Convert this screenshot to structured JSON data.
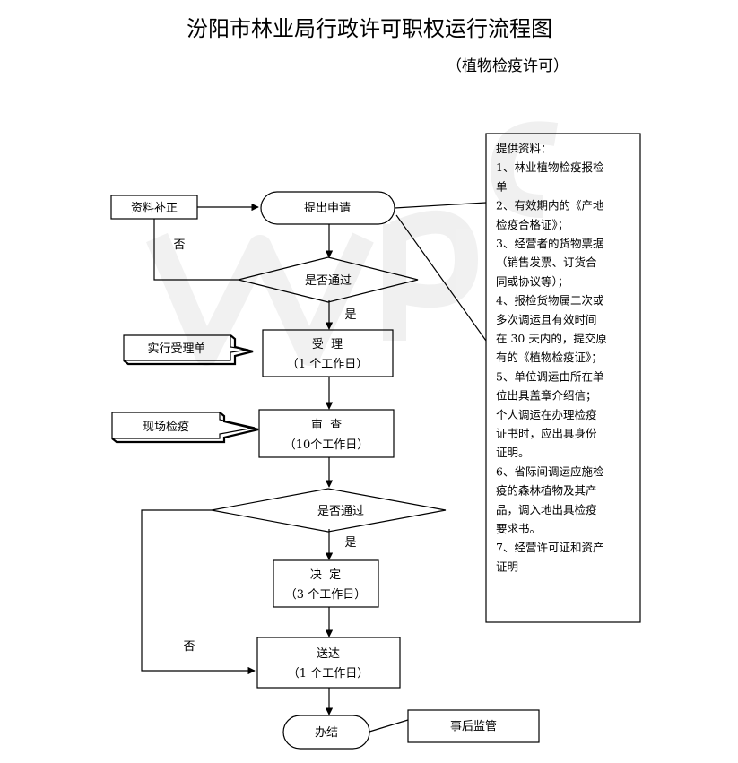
{
  "title": "汾阳市林业局行政许可职权运行流程图",
  "subtitle": "（植物检疫许可）",
  "nodes": {
    "submit": "提出申请",
    "correct": "资料补正",
    "review1": "是否通过",
    "accept": "受  理",
    "accept_time": "（1 个工作日）",
    "accept_note": "实行受理单",
    "examine": "审  查",
    "examine_time": "（10个工作日）",
    "examine_note": "现场检疫",
    "review2": "是否通过",
    "decide": "决  定",
    "decide_time": "（3 个工作日）",
    "deliver": "送达",
    "deliver_time": "（1 个工作日）",
    "finish": "办结",
    "supervise": "事后监管"
  },
  "labels": {
    "no1": "否",
    "yes1": "是",
    "yes2": "是",
    "no2": "否"
  },
  "materials": [
    "提供资料：",
    "1、林业植物检疫报检",
    "单",
    "2、有效期内的《产地",
    "检疫合格证》；",
    "3、经营者的货物票据",
    "（销售发票、订货合",
    "同或协议等）；",
    "4、报检货物属二次或",
    "多次调运且有效时间",
    "在 30 天内的，提交原",
    "有的《植物检疫证》；",
    "5、单位调运由所在单",
    "位出具盖章介绍信；",
    "个人调运在办理检疫",
    "证书时，应出具身份",
    "证明。",
    "6、省际间调运应施检",
    "疫的森林植物及其产",
    "品，调入地出具检疫",
    "要求书。",
    "7、经营许可证和资产",
    "证明"
  ]
}
